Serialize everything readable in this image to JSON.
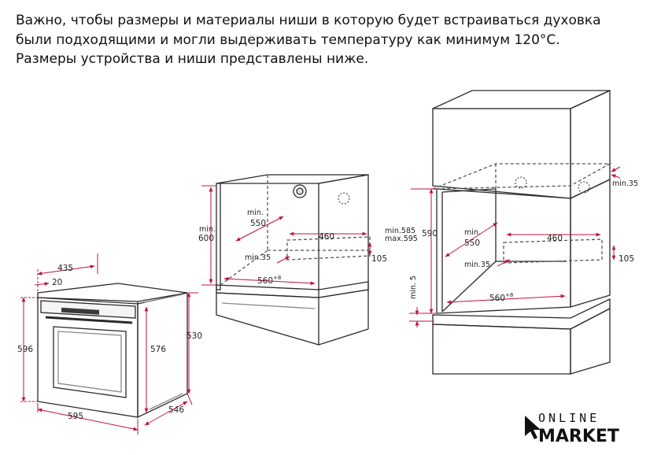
{
  "intro": {
    "line1": "Важно, чтобы размеры и материалы ниши в которую будет встраиваться духовка",
    "line2": "были подходящими и могли выдерживать температуру как минимум 120°С.",
    "line3": "Размеры устройства и ниши представлены ниже."
  },
  "oven": {
    "d435": "435",
    "d20": "20",
    "d596": "596",
    "d576": "576",
    "d530": "530",
    "d595": "595",
    "d546": "546"
  },
  "niche_low": {
    "min_label": "min.",
    "min_val": "550",
    "h_label1": "min.",
    "h_label2": "600",
    "d460": "460",
    "d105": "105",
    "min35": "min.35",
    "d560": "560",
    "d560_tol": "+8"
  },
  "niche_high": {
    "min585": "min.585",
    "max595": "max.595",
    "d590": "590",
    "min_label": "min.",
    "min_val": "550",
    "d460": "460",
    "d105": "105",
    "min35": "min.35",
    "d560": "560",
    "d560_tol": "+8",
    "min5": "min. 5",
    "min35_top": "min.35"
  },
  "logo": {
    "top": "ONLINE",
    "bottom": "MARKET"
  },
  "colors": {
    "dimension": "#c0143c",
    "outline": "#2a2a2a",
    "hidden": "#555555"
  }
}
